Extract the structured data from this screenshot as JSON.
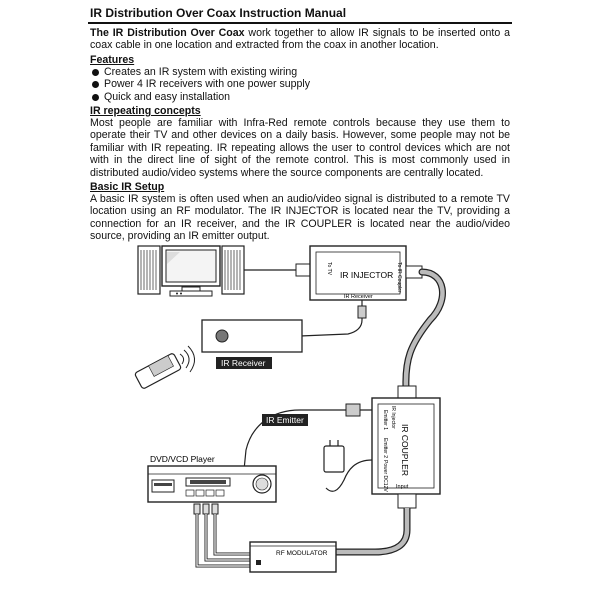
{
  "header": {
    "title": "IR Distribution Over Coax Instruction Manual"
  },
  "intro": {
    "bold_lead": "The IR Distribution Over Coax",
    "text": " work together to allow IR signals to be inserted onto a coax cable in one location and extracted from the coax in another location."
  },
  "features": {
    "heading": "Features",
    "items": [
      "Creates an IR system with existing wiring",
      "Power 4 IR receivers with one power supply",
      "Quick and easy installation"
    ]
  },
  "ir_repeating": {
    "heading": "IR repeating concepts",
    "text": "Most people are familiar with Infra-Red remote controls because they use them to operate their TV and other devices on a daily basis. However, some people may not be familiar with IR repeating. IR repeating allows the user to control devices which are not with in the direct line of sight of the remote control. This is most commonly used in distributed audio/video systems where the source components are centrally located."
  },
  "basic_setup": {
    "heading": "Basic IR Setup",
    "text": "A basic IR system is often used when an audio/video signal is distributed to a remote TV location using an RF modulator. The IR INJECTOR is located near the TV, providing a connection for an IR receiver, and the IR COUPLER is located near the audio/video source, providing an IR emitter output."
  },
  "diagram": {
    "injector": {
      "label": "IR INJECTOR",
      "port_to_tv": "To TV",
      "port_ir_receiver": "IR Receiver",
      "port_to_coupler": "To IR Coupler"
    },
    "coupler": {
      "label": "IR COUPLER",
      "port_ir_injector": "IR Injector",
      "port_emitter_1": "Emitter 1",
      "port_emitter_2": "Emitter 2",
      "port_power": "Power DC12V",
      "port_input": "Input"
    },
    "ir_receiver_label": "IR Receiver",
    "ir_emitter_label": "IR Emitter",
    "dvd_label": "DVD/VCD Player",
    "rf_modulator_label": "RF MODULATOR"
  }
}
